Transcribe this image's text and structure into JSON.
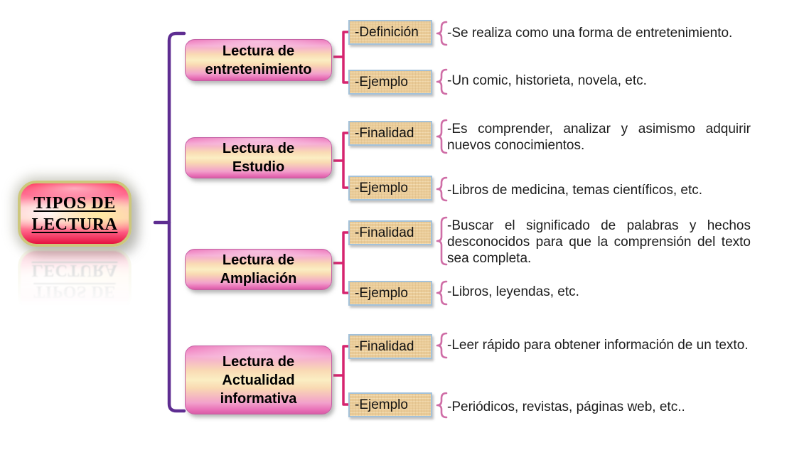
{
  "root": {
    "title_lines": [
      "TIPOS DE",
      "LECTURA"
    ]
  },
  "colors": {
    "main_brace": "#5e2d91",
    "section_bracket": "#d6246e",
    "text_brace": "#cf6da6",
    "main_node_fill": "#ff2d55",
    "main_node_glow": "#cdc77b",
    "category_fill_top": "#f07fc0",
    "category_fill_mid": "#fbeec3",
    "sublabel_fill": "#eacb97",
    "sublabel_border": "#a3c1d9"
  },
  "sections": [
    {
      "category_lines": [
        "Lectura de",
        "entretenimiento"
      ],
      "items": [
        {
          "label": "-Definición",
          "desc_lines": [
            "-Se realiza como una forma de entretenimiento."
          ]
        },
        {
          "label": "-Ejemplo",
          "desc_lines": [
            "-Un comic, historieta, novela, etc."
          ]
        }
      ]
    },
    {
      "category_lines": [
        "Lectura de",
        "Estudio"
      ],
      "items": [
        {
          "label": "-Finalidad",
          "desc_lines": [
            "-Es comprender, analizar y asimismo adquirir",
            "nuevos conocimientos."
          ]
        },
        {
          "label": "-Ejemplo",
          "desc_lines": [
            "-Libros de medicina, temas científicos, etc."
          ]
        }
      ]
    },
    {
      "category_lines": [
        "Lectura de",
        "Ampliación"
      ],
      "items": [
        {
          "label": "-Finalidad",
          "desc_lines": [
            "-Buscar el significado de palabras y hechos",
            "desconocidos para que la comprensión del texto",
            "sea completa."
          ]
        },
        {
          "label": "-Ejemplo",
          "desc_lines": [
            "-Libros, leyendas, etc."
          ]
        }
      ]
    },
    {
      "category_lines": [
        "Lectura de",
        "Actualidad",
        "informativa"
      ],
      "items": [
        {
          "label": "-Finalidad",
          "desc_lines": [
            "-Leer rápido para obtener información de un texto."
          ]
        },
        {
          "label": "-Ejemplo",
          "desc_lines": [
            "-Periódicos, revistas, páginas web, etc.."
          ]
        }
      ]
    }
  ]
}
